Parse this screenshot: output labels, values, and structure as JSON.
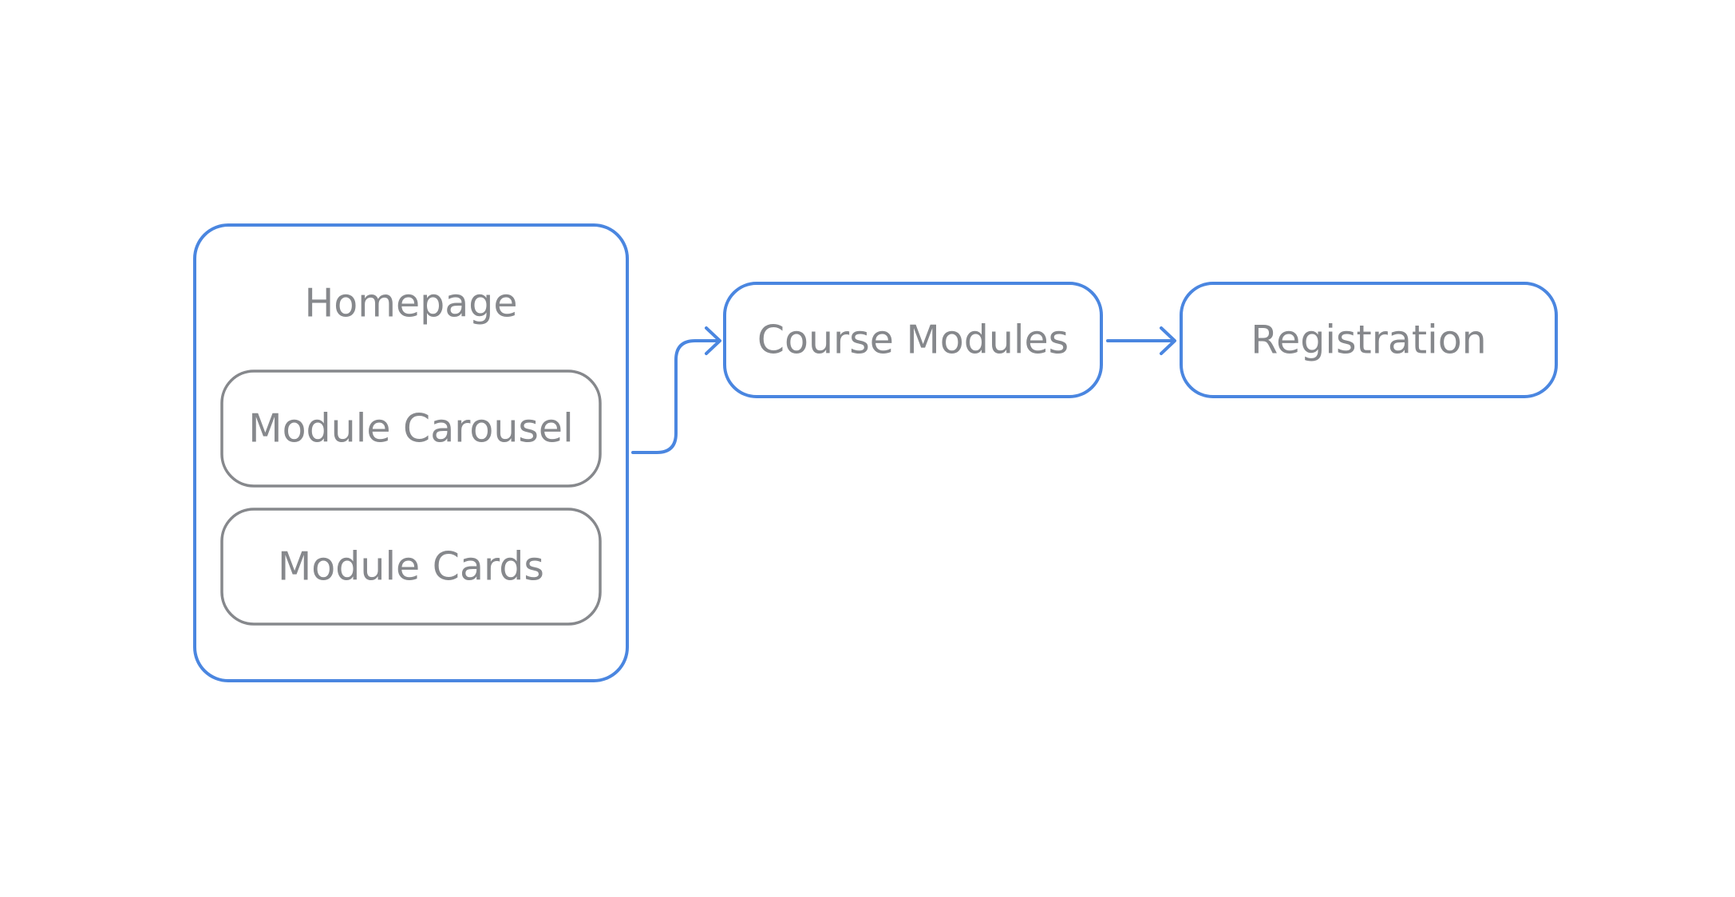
{
  "colors": {
    "primary": "#4a86e0",
    "secondary": "#86888c",
    "text": "#86888c",
    "background": "#ffffff"
  },
  "nodes": {
    "homepage": {
      "label": "Homepage",
      "children": [
        {
          "label": "Module Carousel"
        },
        {
          "label": "Module Cards"
        }
      ]
    },
    "course_modules": {
      "label": "Course Modules"
    },
    "registration": {
      "label": "Registration"
    }
  },
  "edges": [
    {
      "from": "homepage",
      "to": "course_modules"
    },
    {
      "from": "course_modules",
      "to": "registration"
    }
  ]
}
